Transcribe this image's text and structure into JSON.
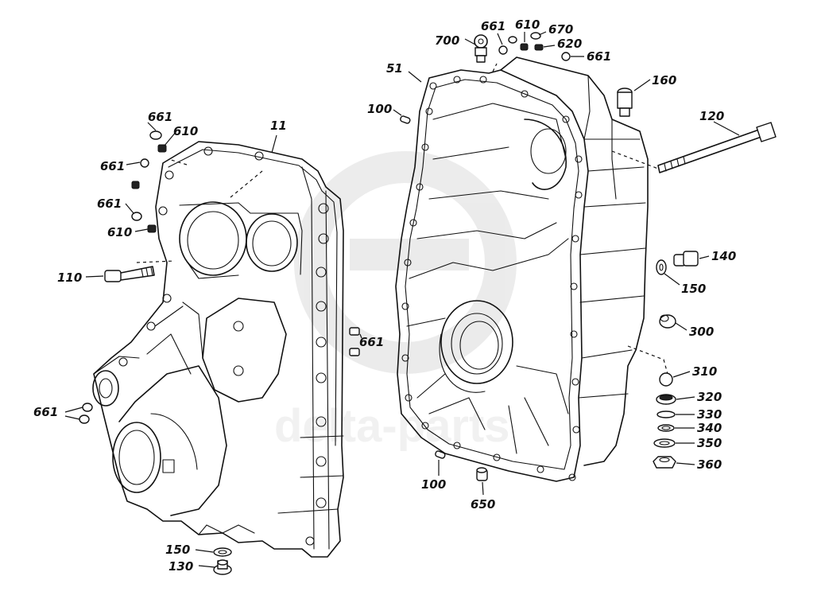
{
  "watermark": {
    "text": "delta-parts",
    "color": "#e3e3e3"
  },
  "part_labels": {
    "l_661_a": "661",
    "l_610_a": "610",
    "l_11": "11",
    "l_661_b": "661",
    "l_661_c": "661",
    "l_610_b": "610",
    "l_110": "110",
    "l_661_d": "661",
    "l_661_e": "661",
    "l_150_a": "150",
    "l_130": "130",
    "l_700": "700",
    "l_661_f": "661",
    "l_610_c": "610",
    "l_670": "670",
    "l_620": "620",
    "l_661_g": "661",
    "l_51": "51",
    "l_160": "160",
    "l_100_a": "100",
    "l_120": "120",
    "l_140": "140",
    "l_150_b": "150",
    "l_300": "300",
    "l_310": "310",
    "l_320": "320",
    "l_330": "330",
    "l_340": "340",
    "l_350": "350",
    "l_360": "360",
    "l_100_b": "100",
    "l_650": "650"
  }
}
